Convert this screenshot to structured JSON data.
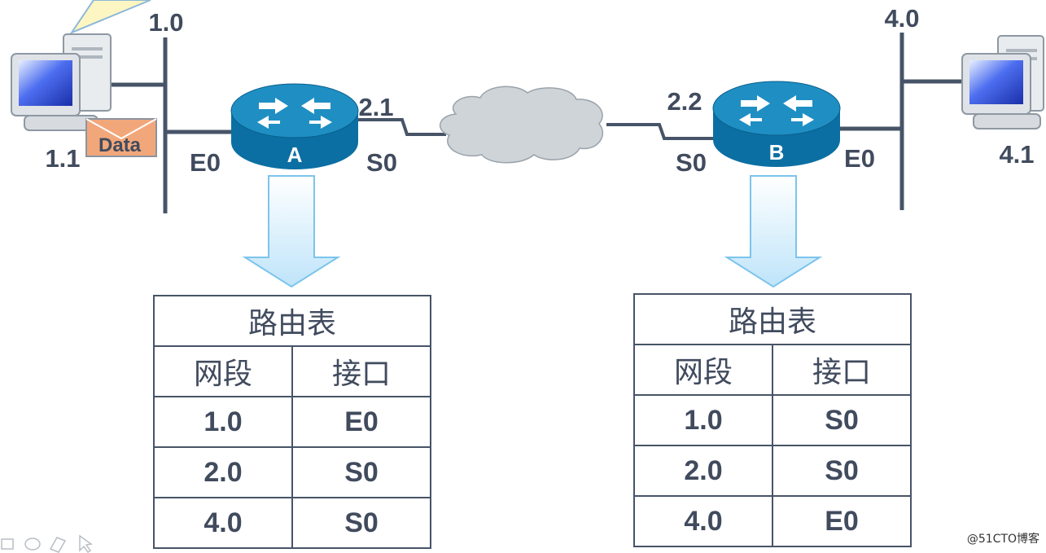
{
  "network": {
    "net_left": "1.0",
    "net_right": "4.0",
    "host_left": "1.1",
    "host_right": "4.1",
    "data_label": "Data",
    "router_a": {
      "name": "A",
      "e_port": "E0",
      "s_port": "S0",
      "s_addr": "2.1"
    },
    "router_b": {
      "name": "B",
      "e_port": "E0",
      "s_port": "S0",
      "s_addr": "2.2"
    }
  },
  "tables": {
    "a": {
      "title": "路由表",
      "headers": [
        "网段",
        "接口"
      ],
      "rows": [
        [
          "1.0",
          "E0"
        ],
        [
          "2.0",
          "S0"
        ],
        [
          "4.0",
          "S0"
        ]
      ]
    },
    "b": {
      "title": "路由表",
      "headers": [
        "网段",
        "接口"
      ],
      "rows": [
        [
          "1.0",
          "S0"
        ],
        [
          "2.0",
          "S0"
        ],
        [
          "4.0",
          "E0"
        ]
      ]
    }
  },
  "watermark": "@51CTO博客",
  "colors": {
    "line": "#475467",
    "router_top": "#1f8fc3",
    "router_body": "#0b6fa3",
    "cloud": "#cfd4d8",
    "arrow_fill": "#d7eefc",
    "arrow_stroke": "#7cc4ec",
    "envelope": "#f2a77a",
    "text": "#414b5e"
  }
}
